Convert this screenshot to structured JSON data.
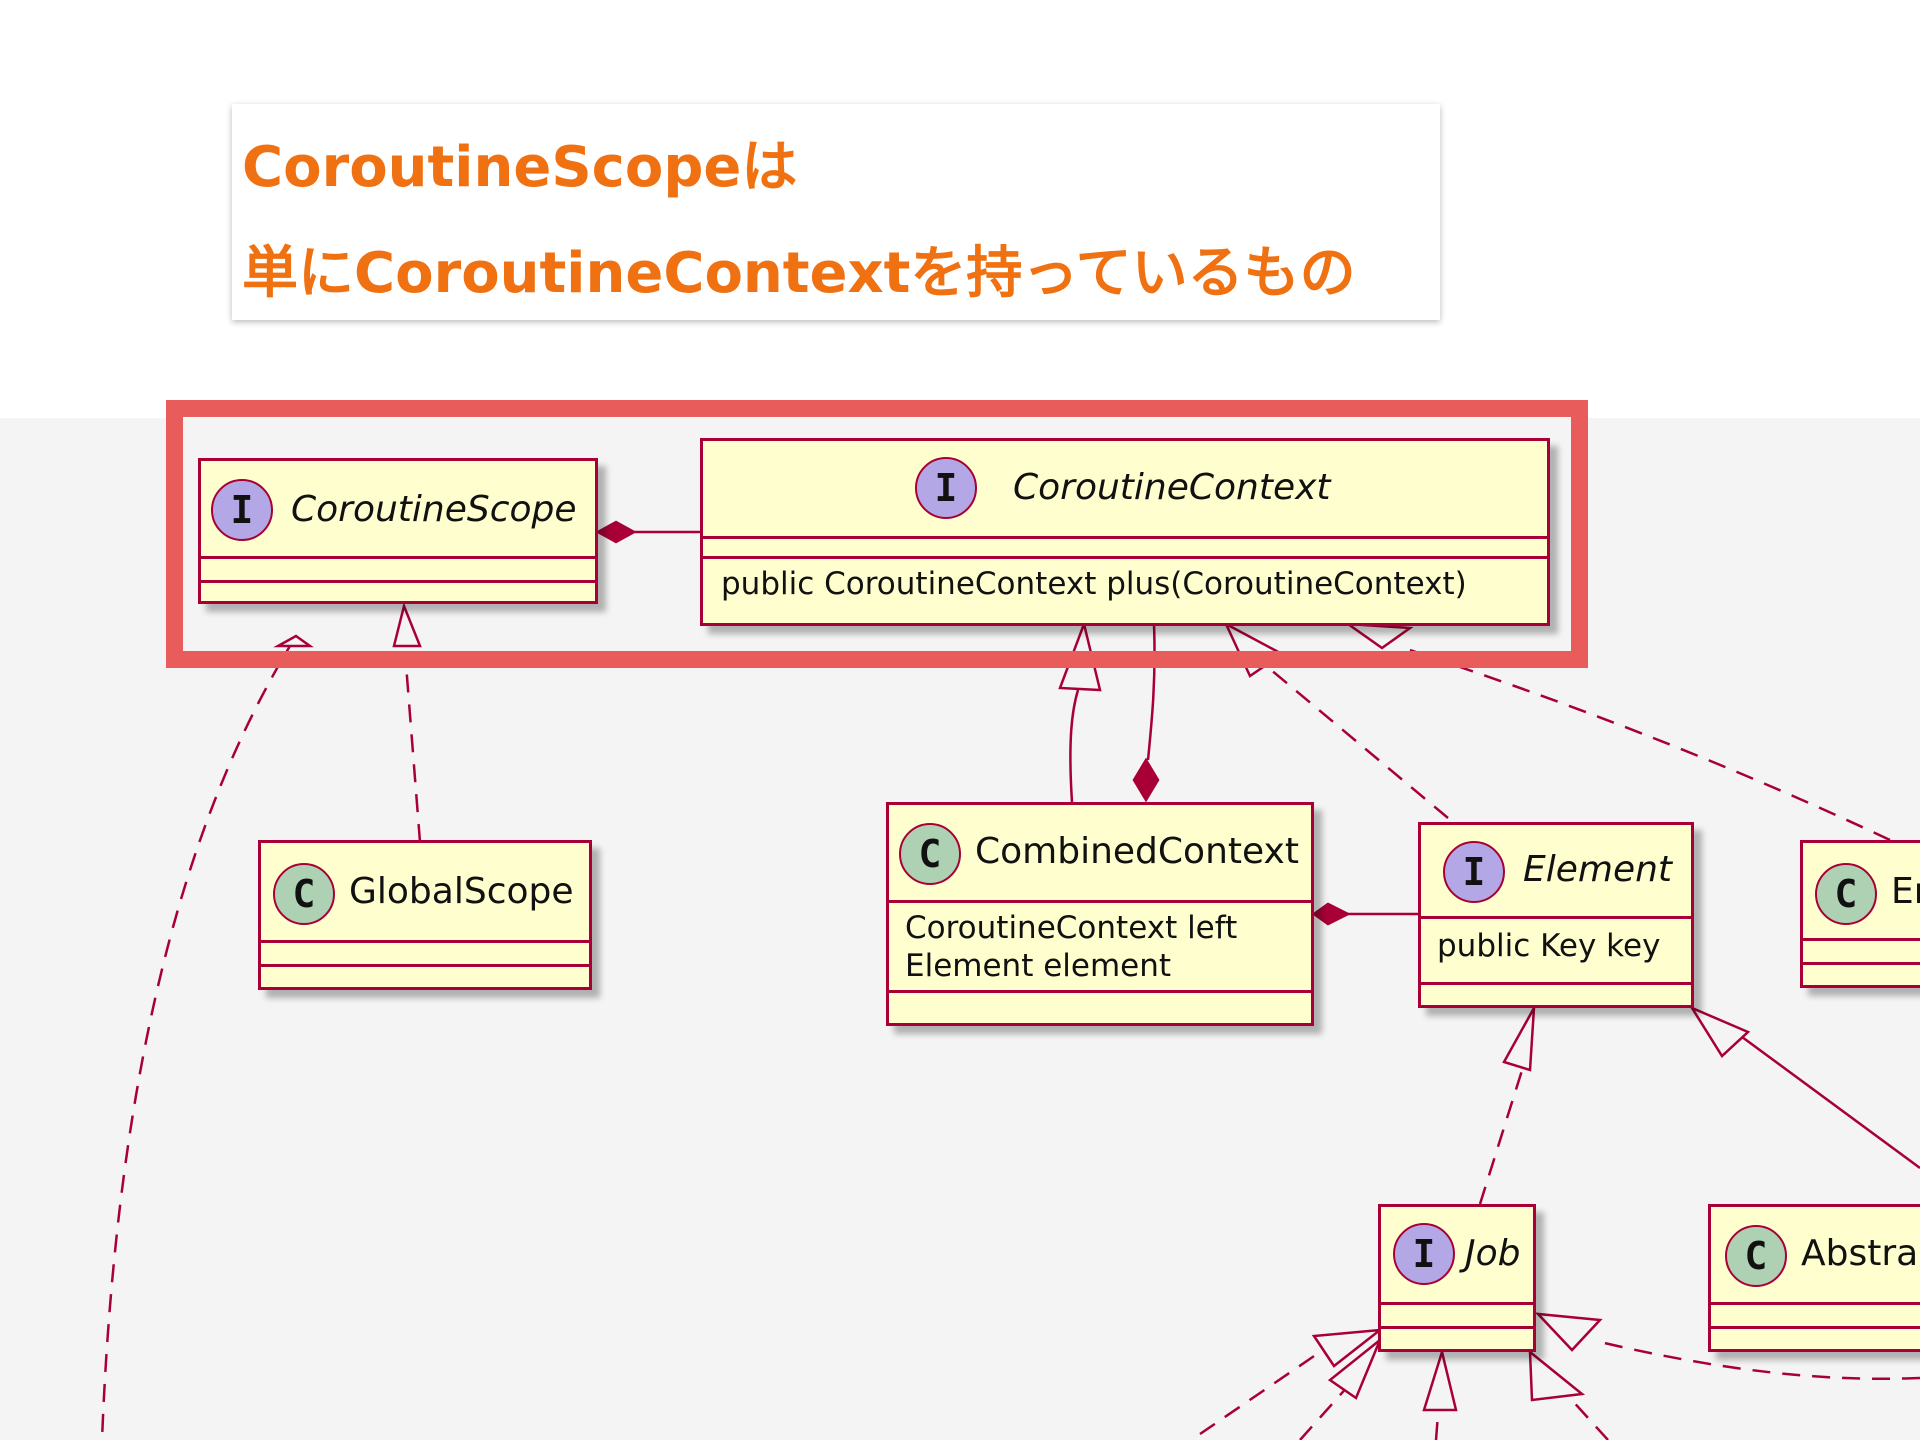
{
  "title": {
    "line1": "CoroutineScopeは",
    "line2": "単にCoroutineContextを持っているもの"
  },
  "badges": {
    "interface": "I",
    "class": "C"
  },
  "classes": {
    "coroutine_scope": {
      "name": "CoroutineScope"
    },
    "coroutine_context": {
      "name": "CoroutineContext",
      "methods": [
        "public CoroutineContext plus(CoroutineContext)"
      ]
    },
    "global_scope": {
      "name": "GlobalScope"
    },
    "combined_context": {
      "name": "CombinedContext",
      "fields": [
        "CoroutineContext left",
        "Element element"
      ]
    },
    "element": {
      "name": "Element",
      "fields": [
        "public Key key"
      ]
    },
    "empty_cut": {
      "name": "Er"
    },
    "job": {
      "name": "Job"
    },
    "abstract_cut": {
      "name": "Abstra"
    }
  },
  "colors": {
    "title_text": "#f07112",
    "highlight_border": "#e85d5b",
    "class_fill": "#fefece",
    "class_border": "#a80036",
    "interface_badge": "#b4a7e5",
    "class_badge": "#add1b2",
    "background": "#f4f4f4"
  }
}
